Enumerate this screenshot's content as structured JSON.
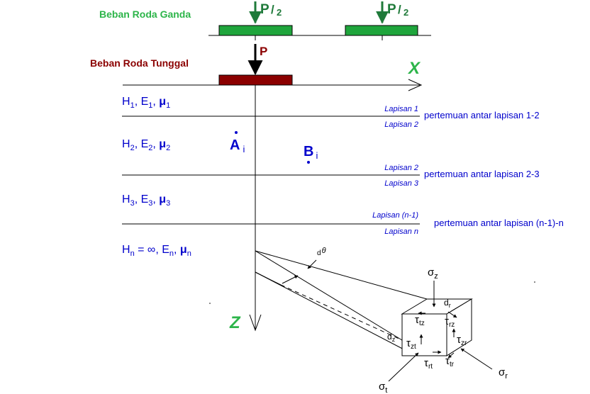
{
  "labels": {
    "dual_wheel": "Beban Roda Ganda",
    "single_wheel": "Beban Roda Tunggal",
    "axis_x": "X",
    "axis_z": "Z",
    "load_p": "P",
    "half_load_sym": "P",
    "half_load_den": "2",
    "half_load_slash": "/"
  },
  "layers": [
    {
      "h": "H",
      "sub": "1",
      "e": "E",
      "mu": "μ",
      "top_label": "Lapisan 1",
      "bottom_label": "Lapisan 2",
      "interface_note": "pertemuan antar lapisan 1-2"
    },
    {
      "h": "H",
      "sub": "2",
      "e": "E",
      "mu": "μ",
      "top_label": "Lapisan 2",
      "bottom_label": "Lapisan 3",
      "interface_note": "pertemuan antar lapisan 2-3"
    },
    {
      "h": "H",
      "sub": "3",
      "e": "E",
      "mu": "μ",
      "top_label": "Lapisan (n-1)",
      "bottom_label": "Lapisan n",
      "interface_note": "pertemuan antar lapisan (n-1)-n"
    },
    {
      "h": "H",
      "sub": "n",
      "eq": " = ∞",
      "e": "E",
      "mu": "μ"
    }
  ],
  "points": {
    "a": "A",
    "a_sub": "i",
    "b": "B",
    "b_sub": "i"
  },
  "element": {
    "d_theta": "d",
    "theta": "θ",
    "dr": "d",
    "dr_sub": "r",
    "dz": "d",
    "dz_sub": "z",
    "sigma": "σ",
    "tau": "τ",
    "sigma_z_sub": "z",
    "sigma_r_sub": "r",
    "sigma_t_sub": "t",
    "tau_tz": "tz",
    "tau_rz": "rz",
    "tau_zt": "zt",
    "tau_zr": "zr",
    "tau_rt": "rt",
    "tau_tr": "tr"
  },
  "colors": {
    "green_label": "#2db54a",
    "dark_red": "#8b0000",
    "blue_text": "#0000cc",
    "pad_green": "#1fa53c",
    "arrow_green": "#1f7a3a",
    "axis_green": "#2db54a"
  }
}
